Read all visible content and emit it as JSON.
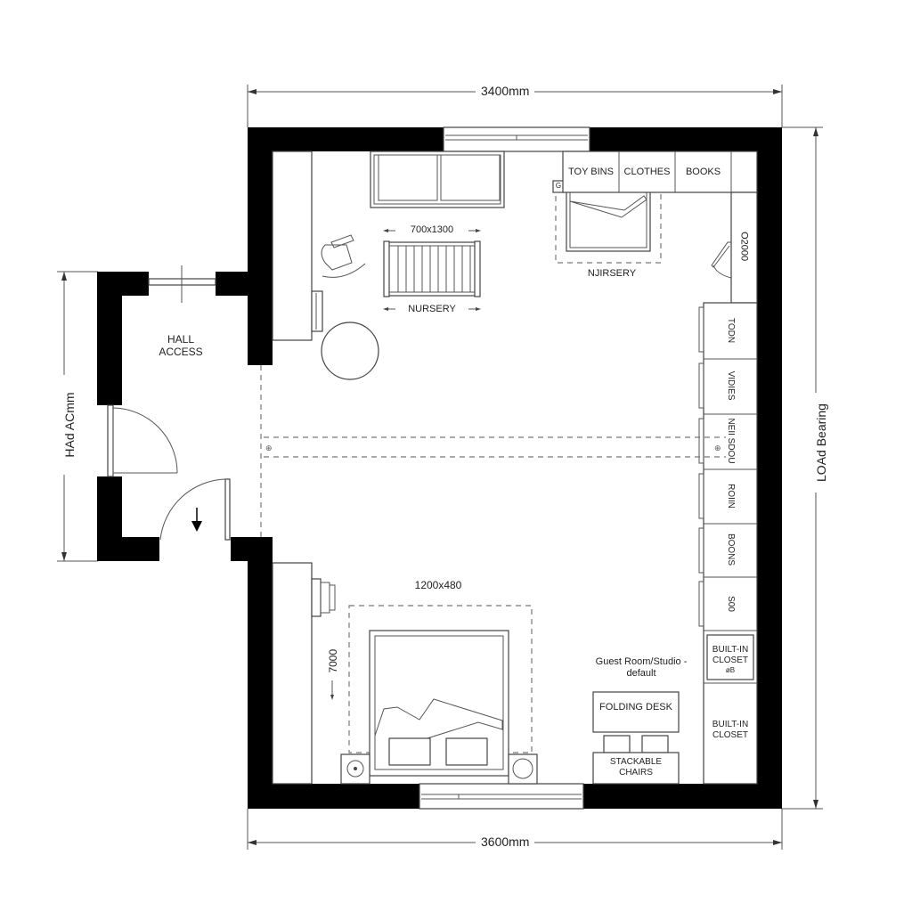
{
  "dimensions": {
    "top": "3400mm",
    "bottom": "3600mm",
    "right": "LOAd Bearing",
    "left": "HAd ACmm"
  },
  "rooms": {
    "hall": {
      "line1": "HALL",
      "line2": "ACCESS"
    },
    "nursery_crib_label": "NURSERY",
    "nursery_bed_label": "NJIRSERY",
    "guest": {
      "line1": "Guest Room/Studio -",
      "line2": "default"
    }
  },
  "furniture": {
    "crib_size": "700x1300",
    "bed_size": "1200x480",
    "bed_side_dim": "7000",
    "folding_desk": "FOLDING DESK",
    "chairs": {
      "line1": "STACKABLE",
      "line2": "CHAIRS"
    },
    "nightstand_marker": "G"
  },
  "storage": {
    "top_shelf": [
      "TOY BINS",
      "CLOTHES",
      "BOOKS"
    ],
    "right_tall_label": "O2000",
    "right_shelves": [
      "TODN",
      "VIDIES",
      "NEII SDOU",
      "ROIIN",
      "BOONS",
      "S00"
    ],
    "closet_upper": {
      "line1": "BUILT-IN",
      "line2": "CLOSET",
      "marker": "øB"
    },
    "closet_lower": {
      "line1": "BUILT-IN",
      "line2": "CLOSET"
    }
  },
  "colors": {
    "wall": "#000000",
    "line": "#444444",
    "background": "#ffffff"
  }
}
